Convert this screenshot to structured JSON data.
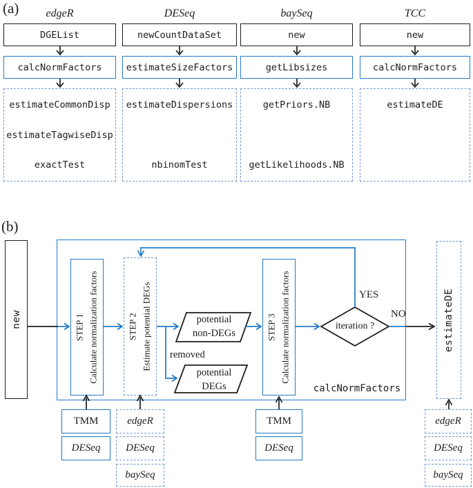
{
  "figure": {
    "colors": {
      "accent_blue": "#2279c8",
      "dashed_blue": "#7095cf",
      "line_black": "#1c1c1c"
    }
  },
  "panel_a": {
    "label": "(a)",
    "columns": [
      {
        "package": "edgeR",
        "input": "DGEList",
        "norm": "calcNormFactors",
        "steps": {
          "top": "estimateCommonDisp",
          "mid": "estimateTagwiseDisp",
          "bot": "exactTest"
        }
      },
      {
        "package": "DESeq",
        "input": "newCountDataSet",
        "norm": "estimateSizeFactors",
        "steps": {
          "top": "estimateDispersions",
          "mid": "",
          "bot": "nbinomTest"
        }
      },
      {
        "package": "baySeq",
        "input": "new",
        "norm": "getLibsizes",
        "steps": {
          "top": "getPriors.NB",
          "mid": "",
          "bot": "getLikelihoods.NB"
        }
      },
      {
        "package": "TCC",
        "input": "new",
        "norm": "calcNormFactors",
        "steps": {
          "top": "estimateDE",
          "mid": "",
          "bot": ""
        }
      }
    ]
  },
  "panel_b": {
    "label": "(b)",
    "input_box": "new",
    "container_label": "calcNormFactors",
    "step1": {
      "line1": "STEP 1",
      "line2": "Calculate normalization factors"
    },
    "step2": {
      "line1": "STEP 2",
      "line2": "Estimate potential DEGs"
    },
    "step3": {
      "line1": "STEP 3",
      "line2": "Calculate normalization factors"
    },
    "nondeg": {
      "line1": "potential",
      "line2": "non-DEGs"
    },
    "deg": {
      "line1": "potential",
      "line2": "DEGs"
    },
    "removed_label": "removed",
    "diamond_label": "iteration ?",
    "yes_label": "YES",
    "no_label": "NO",
    "output_box": "estimateDE",
    "step1_methods": [
      "TMM",
      "DESeq"
    ],
    "step2_methods": [
      "edgeR",
      "DESeq",
      "baySeq"
    ],
    "step3_methods": [
      "TMM",
      "DESeq"
    ],
    "output_methods": [
      "edgeR",
      "DESeq",
      "baySeq"
    ]
  }
}
